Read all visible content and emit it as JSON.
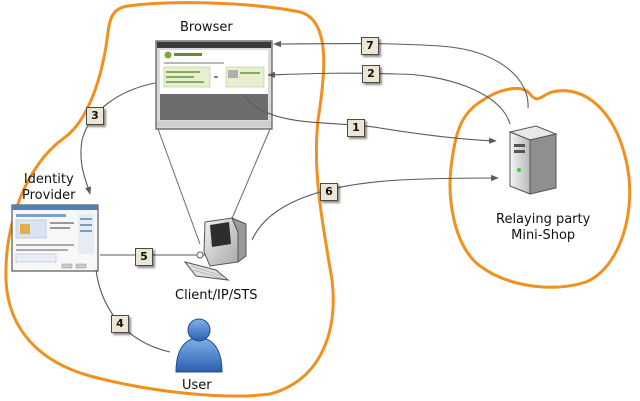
{
  "labels": {
    "browser": "Browser",
    "identity_provider_line1": "Identity",
    "identity_provider_line2": "Provider",
    "client": "Client/IP/STS",
    "user": "User",
    "relaying_party_line1": "Relaying party",
    "relaying_party_line2": "Mini-Shop"
  },
  "steps": [
    "1",
    "2",
    "3",
    "4",
    "5",
    "6",
    "7"
  ],
  "colors": {
    "boundary": "#f0901e",
    "connector": "#5a5a5a",
    "badge_fill": "#ece6d2",
    "user_icon": "#3a78c8"
  },
  "icons": {
    "browser": "browser-window-screenshot",
    "identity_provider": "identity-provider-screenshot",
    "client": "desktop-computer-icon",
    "user": "user-person-icon",
    "relaying_party": "server-tower-icon"
  }
}
